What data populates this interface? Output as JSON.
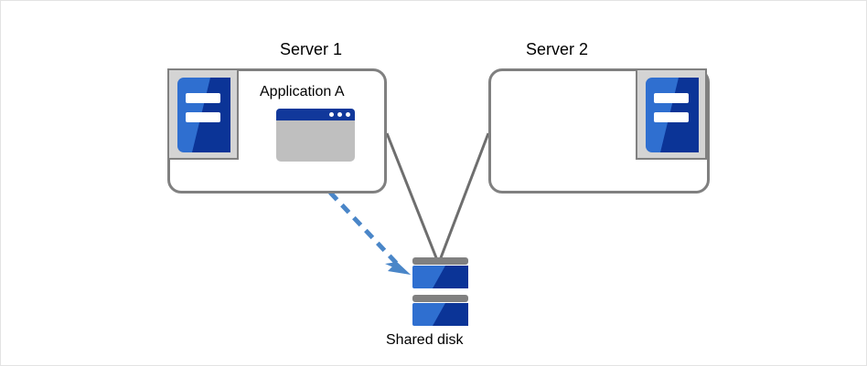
{
  "diagram": {
    "title_server1": "Server 1",
    "title_server2": "Server 2",
    "app_label": "Application A",
    "disk_label": "Shared disk",
    "icons": {
      "server1_hardware": "server-icon",
      "server2_hardware": "server-icon",
      "application_window": "application-window-icon",
      "shared_disk": "disk-stack-icon",
      "access_arrow": "dashed-arrow-icon"
    },
    "colors": {
      "box_outline": "#808080",
      "connector_line": "#6e6e6e",
      "arrow_blue": "#4a86c8",
      "icon_blue_light": "#2f6fd0",
      "icon_blue_dark": "#0b3497",
      "titlebar_navy": "#11389b",
      "window_body_gray": "#bfbfbf",
      "icon_frame_gray": "#d4d4d4",
      "text": "#000000",
      "canvas_border": "#e3e3e3"
    }
  }
}
